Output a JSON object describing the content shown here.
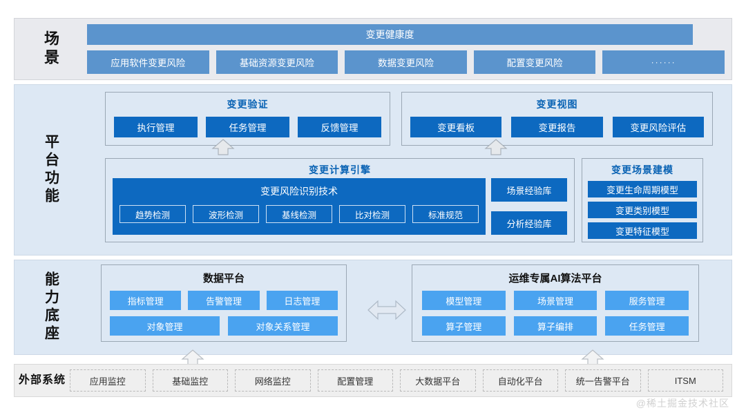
{
  "scene": {
    "label": "场景",
    "headline": "变更健康度",
    "chips": [
      "应用软件变更风险",
      "基础资源变更风险",
      "数据变更风险",
      "配置变更风险",
      "······"
    ]
  },
  "platform": {
    "label": "平台功能",
    "validation": {
      "title": "变更验证",
      "items": [
        "执行管理",
        "任务管理",
        "反馈管理"
      ]
    },
    "view": {
      "title": "变更视图",
      "items": [
        "变更看板",
        "变更报告",
        "变更风险评估"
      ]
    },
    "engine": {
      "title": "变更计算引擎",
      "inner_title": "变更风险识别技术",
      "detections": [
        "趋势检测",
        "波形检测",
        "基线检测",
        "比对检测",
        "标准规范"
      ],
      "libraries": [
        "场景经验库",
        "分析经验库"
      ]
    },
    "modeling": {
      "title": "变更场景建模",
      "items": [
        "变更生命周期模型",
        "变更类别模型",
        "变更特征模型"
      ]
    }
  },
  "capability": {
    "label": "能力底座",
    "data_platform": {
      "title": "数据平台",
      "row1": [
        "指标管理",
        "告警管理",
        "日志管理"
      ],
      "row2": [
        "对象管理",
        "对象关系管理"
      ]
    },
    "ai_platform": {
      "title": "运维专属AI算法平台",
      "row1": [
        "模型管理",
        "场景管理",
        "服务管理"
      ],
      "row2": [
        "算子管理",
        "算子编排",
        "任务管理"
      ]
    }
  },
  "external": {
    "label": "外部系统",
    "items": [
      "应用监控",
      "基础监控",
      "网络监控",
      "配置管理",
      "大数据平台",
      "自动化平台",
      "统一告警平台",
      "ITSM"
    ]
  },
  "watermark": "@稀土掘金技术社区",
  "colors": {
    "scene_band": "#e9eaee",
    "platform_band": "#dde8f4",
    "external_band": "#efefef",
    "scene_chip": "#5b94cd",
    "dark_blue": "#0d69c0",
    "light_blue": "#4aa3f0",
    "title_blue": "#0a63b4"
  }
}
